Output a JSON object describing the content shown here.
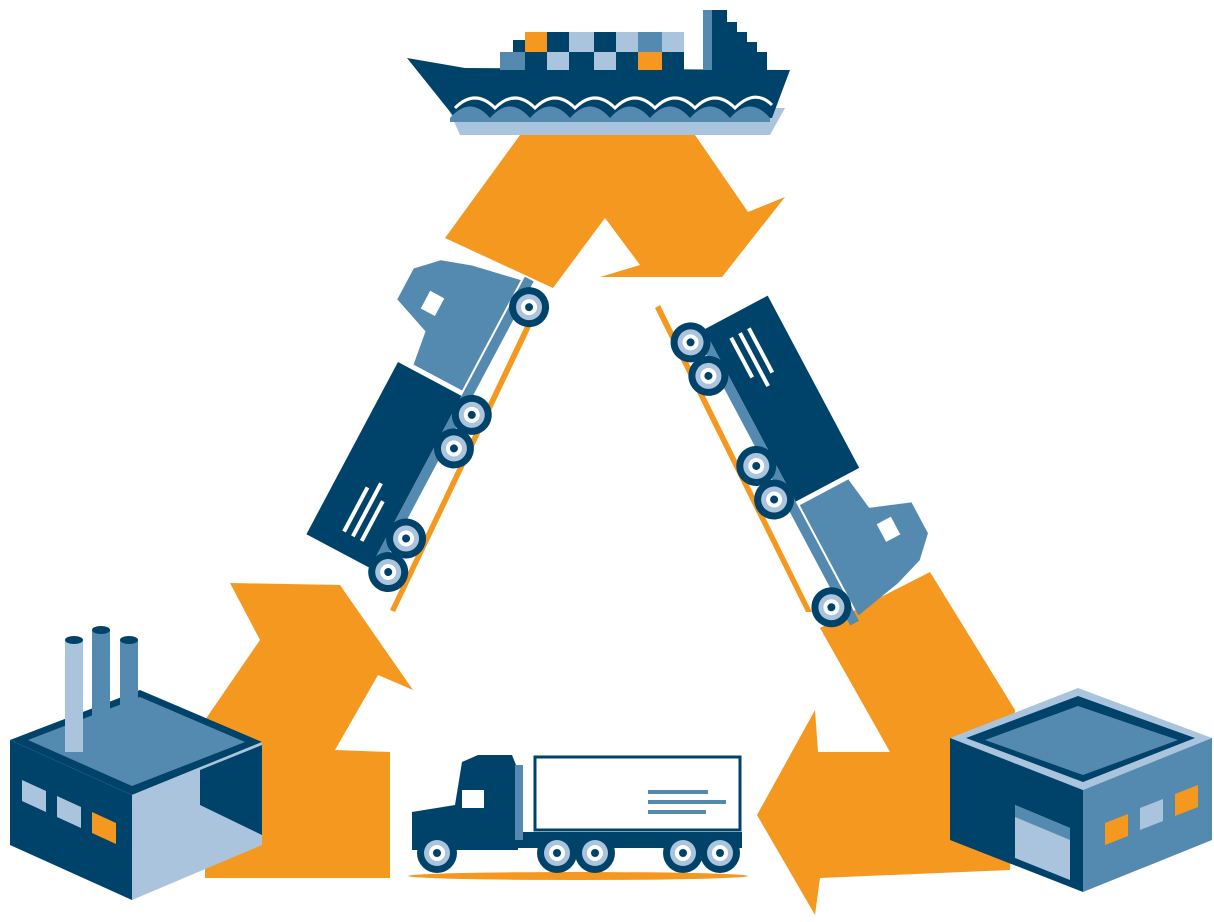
{
  "diagram": {
    "type": "logistics-cycle",
    "nodes": [
      {
        "id": "ship",
        "icon": "cargo-ship-icon"
      },
      {
        "id": "factory",
        "icon": "factory-icon"
      },
      {
        "id": "warehouse",
        "icon": "warehouse-icon"
      }
    ],
    "links": [
      {
        "from": "factory",
        "to": "ship",
        "vehicle": "truck-icon"
      },
      {
        "from": "ship",
        "to": "warehouse",
        "vehicle": "truck-icon"
      },
      {
        "from": "warehouse",
        "to": "factory",
        "vehicle": "truck-icon"
      }
    ]
  },
  "colors": {
    "orange": "#f4981f",
    "navy": "#00436a",
    "steel": "#558ab0",
    "light": "#a9c4dc",
    "white": "#ffffff"
  }
}
